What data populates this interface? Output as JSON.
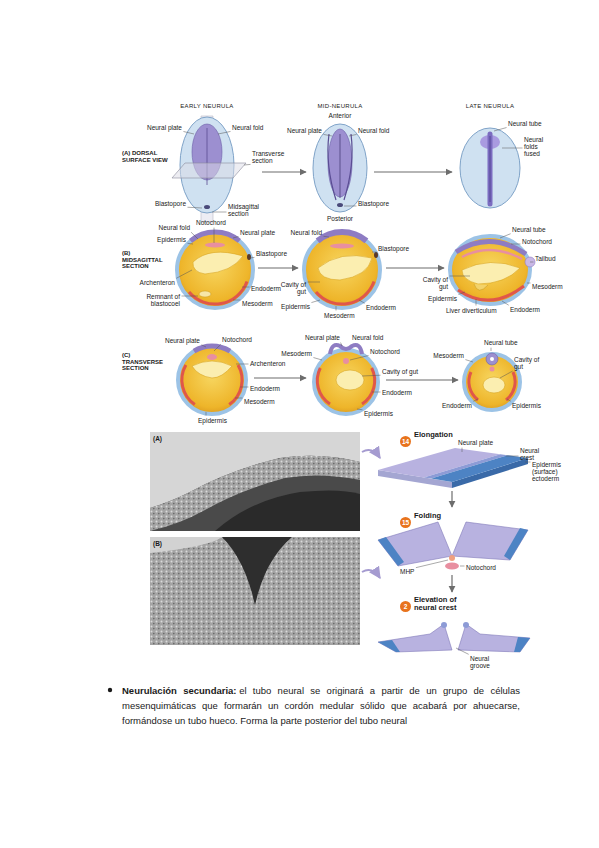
{
  "diagram": {
    "nodes": [
      {
        "text": [
          "14",
          "Elongation"
        ]
      },
      {
        "text": [
          "15",
          "Folding"
        ]
      },
      {
        "text": [
          "2",
          "Elevation of neural crest"
        ]
      }
    ],
    "labels": [
      "EARLY NEURULA",
      "MID-NEURULA",
      "LATE NEURULA",
      "(A) DORSAL SURFACE VIEW",
      "Neural plate",
      "Neural fold",
      "Transverse section",
      "Blastopore",
      "Midsagittal section",
      "Anterior",
      "Neural plate",
      "Neural fold",
      "Blastopore",
      "Posterior",
      "Neural tube",
      "Neural folds fused",
      "(B) MIDSAGITTAL SECTION",
      "Neural fold",
      "Notochord",
      "Neural plate",
      "Epidermis",
      "Blastopore",
      "Archenteron",
      "Remnant of blastocoel",
      "Endoderm",
      "Mesoderm",
      "Neural fold",
      "Blastopore",
      "Cavity of gut",
      "Epidermis",
      "Mesoderm",
      "Endoderm",
      "Neural tube",
      "Notochord",
      "Tailbud",
      "Cavity of gut",
      "Mesoderm",
      "Epidermis",
      "Liver diverticulum",
      "Endoderm",
      "(C) TRANSVERSE SECTION",
      "Neural plate",
      "Notochord",
      "Archenteron",
      "Endoderm",
      "Mesoderm",
      "Epidermis",
      "Mesoderm",
      "Neural plate",
      "Neural fold",
      "Notochord",
      "Cavity of gut",
      "Endoderm",
      "Epidermis",
      "Mesoderm",
      "Neural tube",
      "Cavity of gut",
      "Endoderm",
      "Epidermis",
      "(A)",
      "(B)",
      "Neural plate",
      "Neural crest",
      "Epidermis (surface) ectoderm",
      "MHP",
      "Notochord",
      "Neural groove",
      "Neurulación secundaria:",
      "el tubo neural se originará a partir de un grupo de células mesenquimáticas que formarán un cordón medular sólido que acabará por ahuecarse, formándose un tubo hueco. Forma la parte posterior del tubo neural"
    ]
  }
}
